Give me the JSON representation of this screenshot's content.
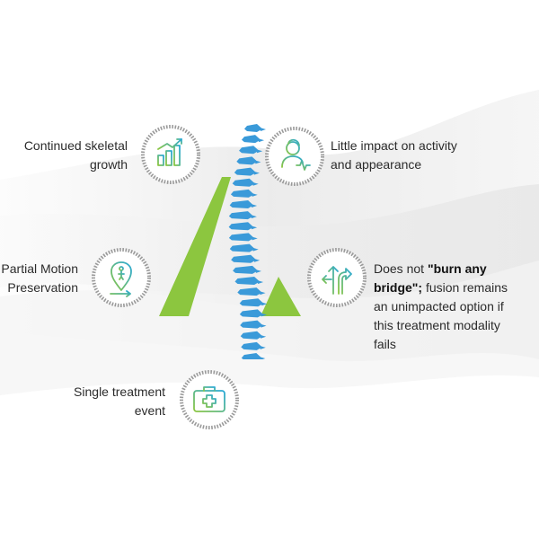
{
  "benefits": {
    "skeletal_growth": {
      "line1": "Continued skeletal",
      "line2": "growth",
      "icon": "bar-chart-growth-icon"
    },
    "activity": {
      "line1": "Little impact on activity",
      "line2": "and appearance",
      "icon": "person-heartbeat-icon"
    },
    "motion": {
      "line1": "Partial Motion",
      "line2": "Preservation",
      "icon": "motion-pin-icon"
    },
    "bridge": {
      "prefix": "Does not ",
      "bold1": "\"burn any",
      "bold2": "bridge\";",
      "rest2": " fusion remains",
      "line3": "an unimpacted option if",
      "line4": "this treatment modality",
      "line5": "fails",
      "icon": "direction-arrows-icon"
    },
    "single_event": {
      "line1": "Single treatment",
      "line2": "event",
      "icon": "medical-kit-icon"
    }
  },
  "colors": {
    "accent_green": "#8cc63f",
    "spine_blue": "#3a9ad9",
    "icon_gradient_start": "#8cc63f",
    "icon_gradient_end": "#29a9d8",
    "ring_gray": "#9a9a9a",
    "text": "#2b2b2b"
  }
}
